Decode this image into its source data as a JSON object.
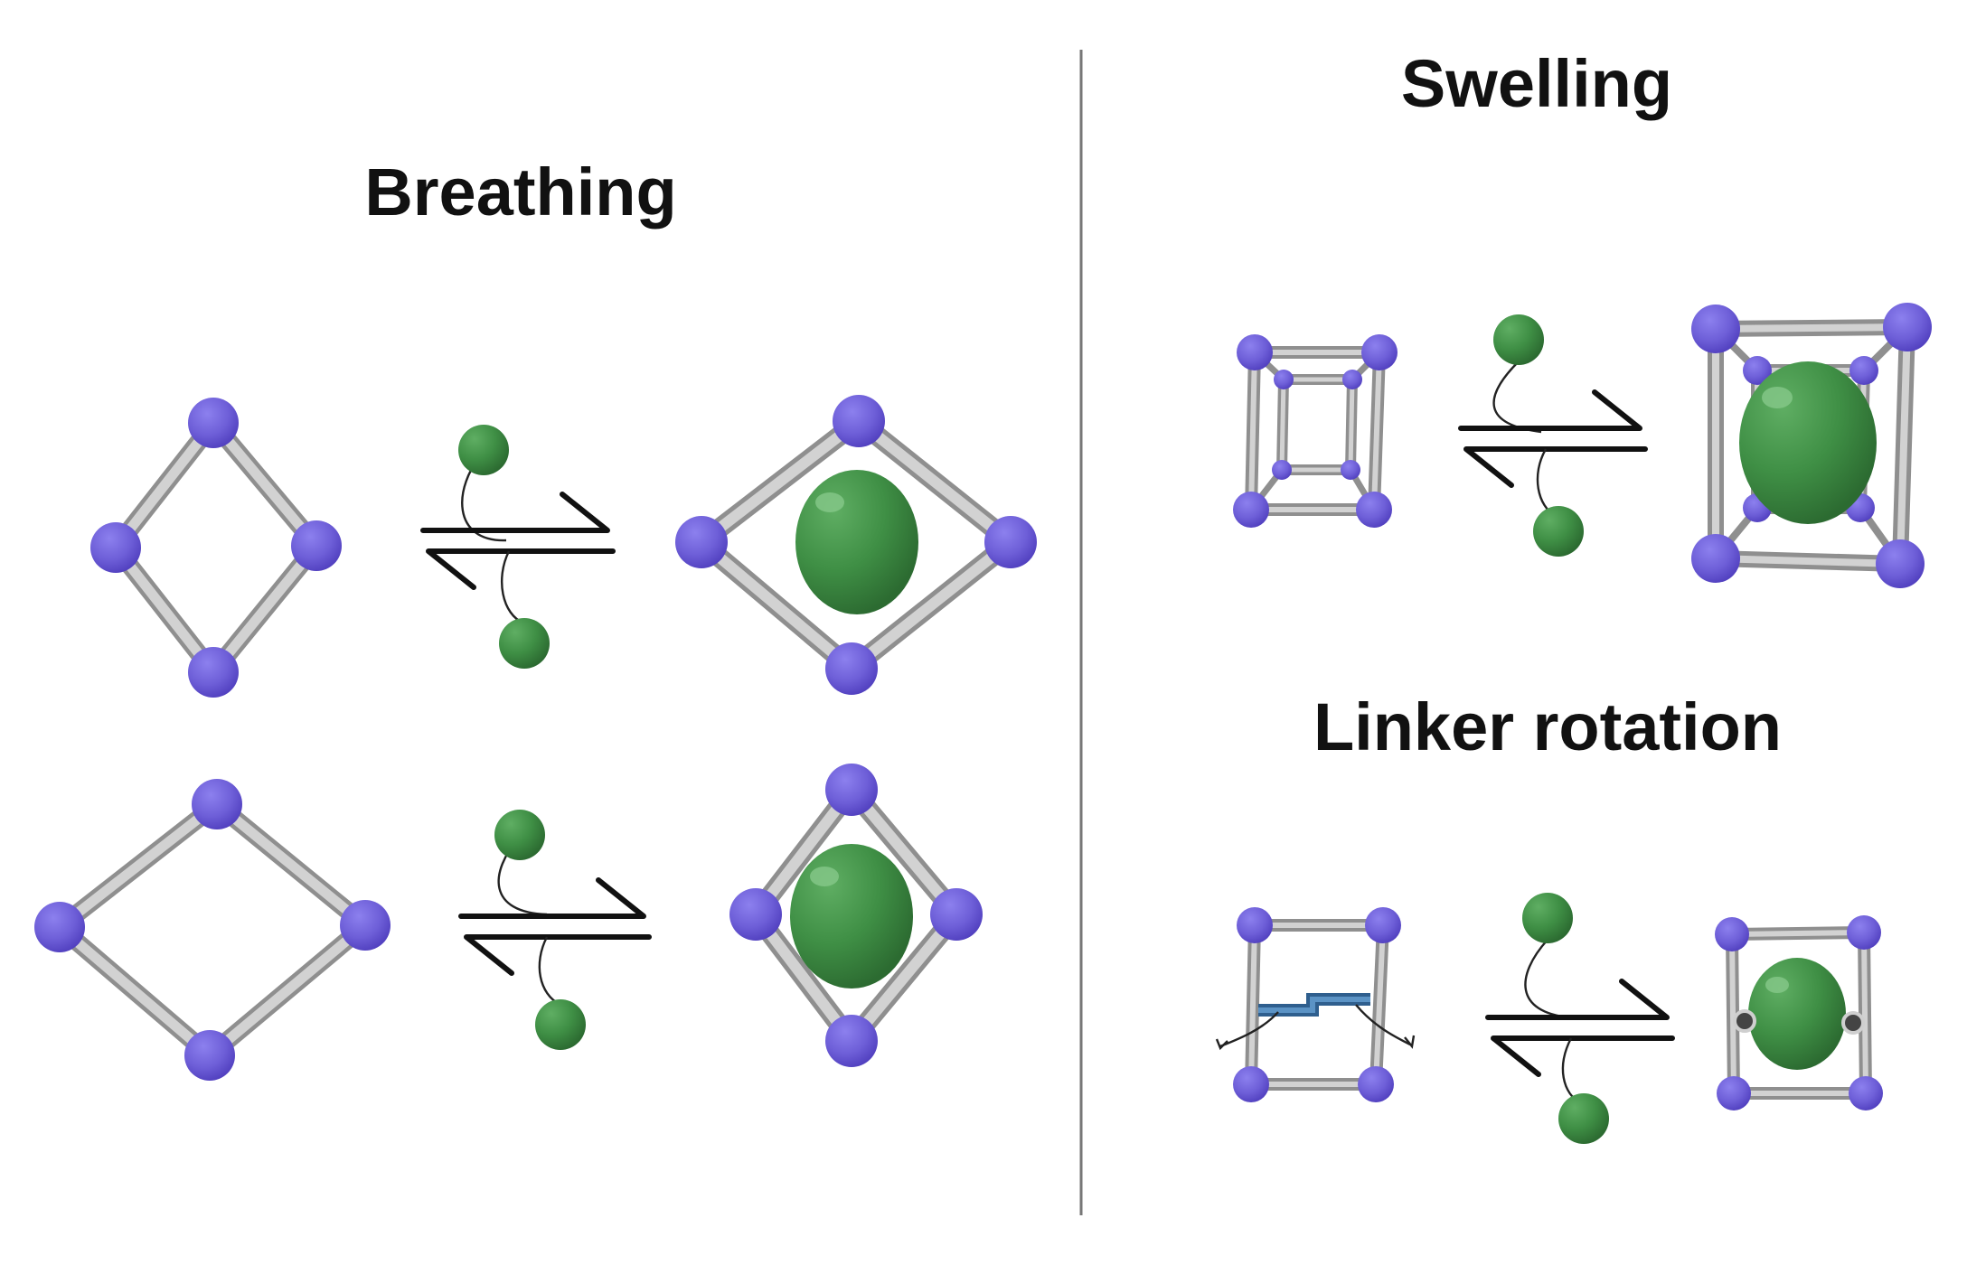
{
  "labels": {
    "breathing": "Breathing",
    "swelling": "Swelling",
    "linker_rotation": "Linker rotation"
  },
  "colors": {
    "node": "#6e5fd8",
    "node_dark": "#5444c4",
    "guest": "#3f8f45",
    "guest_dark": "#2e6f34",
    "rod": "#c9c9c9",
    "linker": "#4a7fb0",
    "divider": "#777777"
  },
  "icons": {
    "node": "metal-node-icon",
    "guest": "guest-molecule-icon",
    "arrow": "equilibrium-arrows-icon"
  }
}
